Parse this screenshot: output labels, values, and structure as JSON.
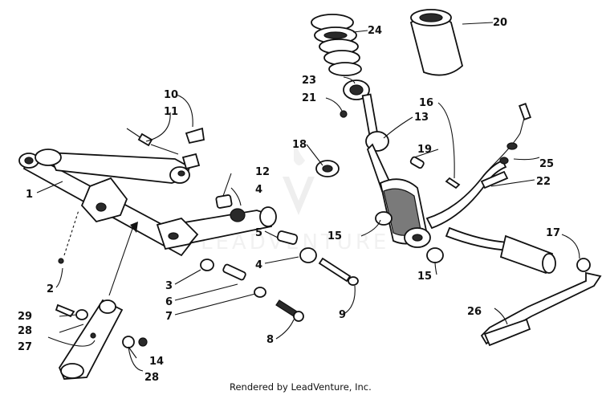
{
  "diagram": {
    "callouts": [
      {
        "id": "c1",
        "text": "1"
      },
      {
        "id": "c2",
        "text": "2"
      },
      {
        "id": "c3",
        "text": "3"
      },
      {
        "id": "c4a",
        "text": "4"
      },
      {
        "id": "c4b",
        "text": "4"
      },
      {
        "id": "c5",
        "text": "5"
      },
      {
        "id": "c6",
        "text": "6"
      },
      {
        "id": "c7",
        "text": "7"
      },
      {
        "id": "c8",
        "text": "8"
      },
      {
        "id": "c9",
        "text": "9"
      },
      {
        "id": "c10",
        "text": "10"
      },
      {
        "id": "c11",
        "text": "11"
      },
      {
        "id": "c12",
        "text": "12"
      },
      {
        "id": "c13",
        "text": "13"
      },
      {
        "id": "c14",
        "text": "14"
      },
      {
        "id": "c15a",
        "text": "15"
      },
      {
        "id": "c15b",
        "text": "15"
      },
      {
        "id": "c16",
        "text": "16"
      },
      {
        "id": "c17",
        "text": "17"
      },
      {
        "id": "c18",
        "text": "18"
      },
      {
        "id": "c19",
        "text": "19"
      },
      {
        "id": "c20",
        "text": "20"
      },
      {
        "id": "c21",
        "text": "21"
      },
      {
        "id": "c22",
        "text": "22"
      },
      {
        "id": "c23",
        "text": "23"
      },
      {
        "id": "c24",
        "text": "24"
      },
      {
        "id": "c25",
        "text": "25"
      },
      {
        "id": "c26",
        "text": "26"
      },
      {
        "id": "c27",
        "text": "27"
      },
      {
        "id": "c28a",
        "text": "28"
      },
      {
        "id": "c28b",
        "text": "28"
      },
      {
        "id": "c29",
        "text": "29"
      }
    ],
    "watermark": "LEADVENTURE",
    "credit": "Rendered by LeadVenture, Inc."
  }
}
